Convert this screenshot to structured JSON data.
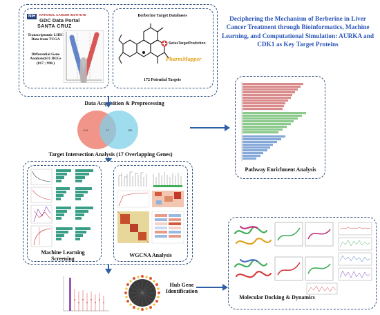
{
  "title": "Deciphering the Mechanism of Berberine in Liver Cancer Treatment through Bioinformatics, Machine Learning, and Computational Simulation: AURKA and CDK1 as Key Target Proteins",
  "data_panel": {
    "label": "Data Acquisition & Preprocessing",
    "nih_logo": "NIH",
    "gdc_line1": "NATIONAL CANCER INSTITUTE",
    "gdc_line2": "GDC Data Portal",
    "santa_logo": "SANTA CRUZ",
    "transcriptomic_text": "Transcriptomic LIHC Data from TCGA",
    "deg_text": "Differential Gene Analysis(631 DEGs (817 ; 998.)",
    "berberine_title": "Berberine Target Databases",
    "swiss_logo": "SwissTargetPrediction",
    "pharm_logo": "PharmMapper",
    "targets_text": "172 Potential Targets"
  },
  "venn": {
    "label": "Target Intersection Analysis (17 Overlapping Genes)",
    "left": "614",
    "center": "17",
    "right": "155",
    "left_color": "#f08a7e",
    "right_color": "#7fd0e8"
  },
  "pathway": {
    "label": "Pathway Enrichment Analysis"
  },
  "ml_wgcna": {
    "ml_label": "Machine Learning Screening",
    "wgcna_label": "WGCNA Analysis"
  },
  "hub": {
    "label": "Hub Gene Identification"
  },
  "docking": {
    "label": "Molecular Docking & Dynamics"
  },
  "colors": {
    "border": "#2d4f7c",
    "arrow": "#2e5fa6",
    "title": "#2a55b8",
    "teal": "#3a9d86",
    "red": "#d33a3a",
    "green": "#3fae5a"
  }
}
